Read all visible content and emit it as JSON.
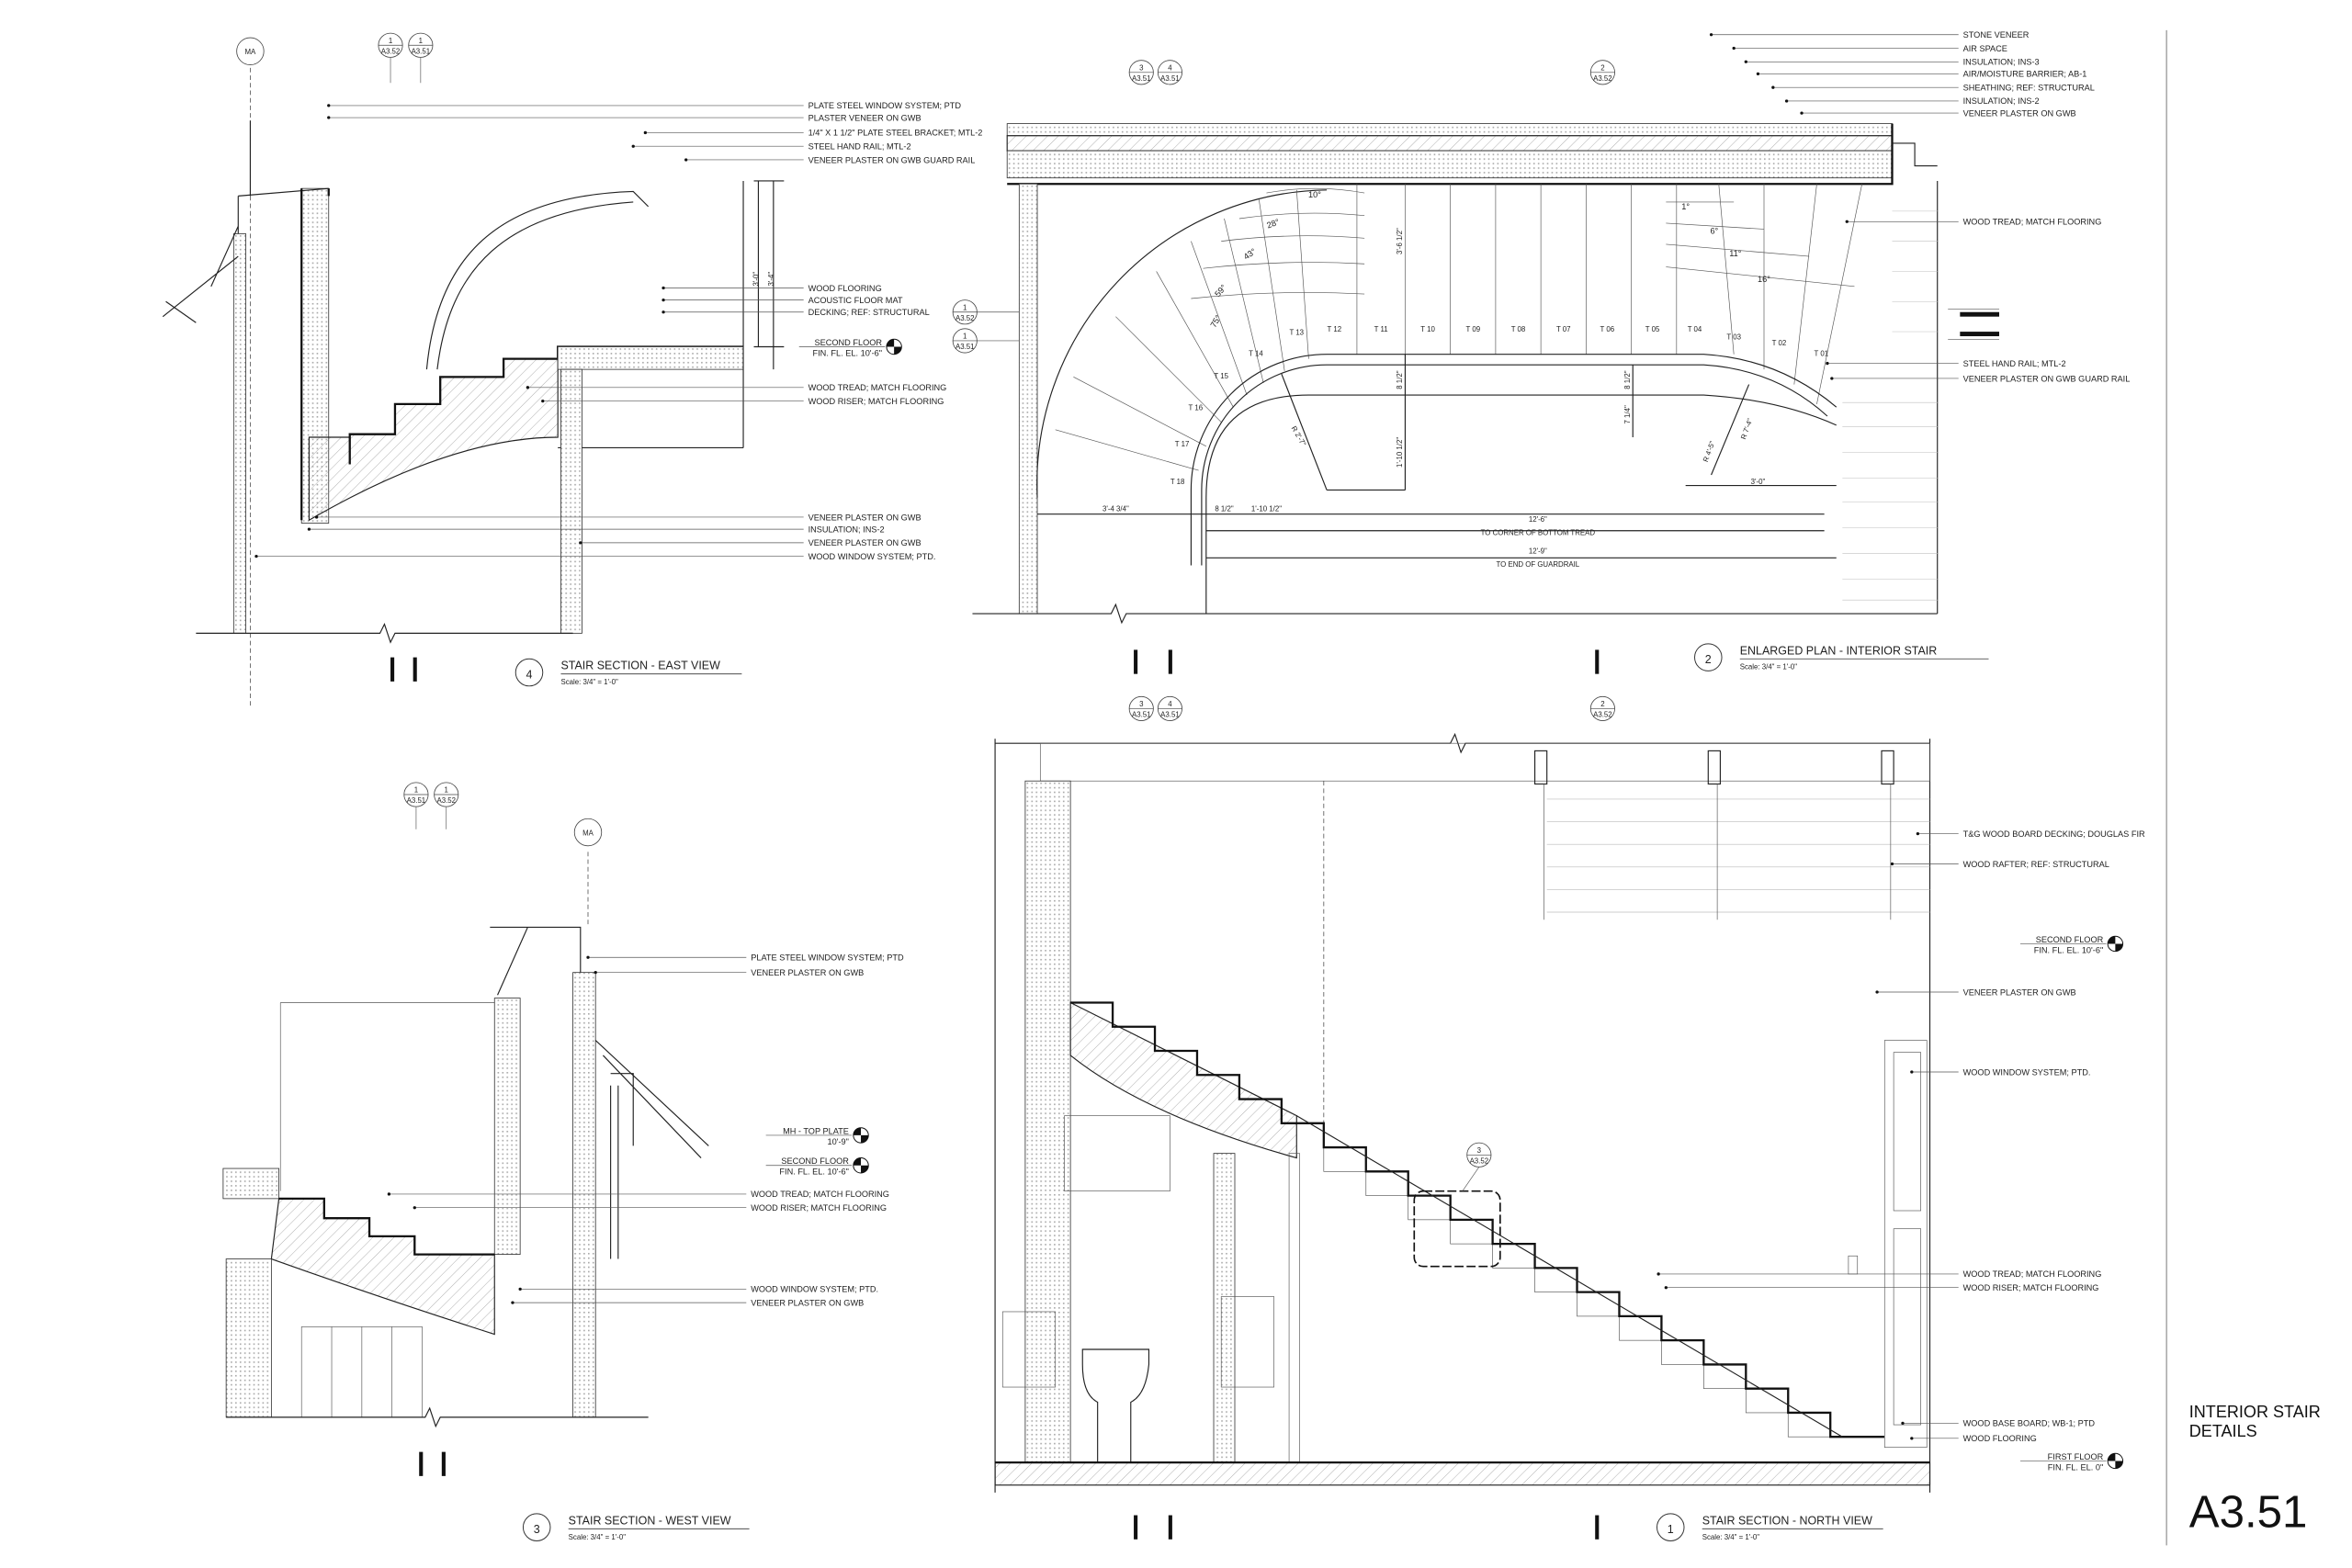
{
  "sheet": {
    "title_line1": "INTERIOR STAIR",
    "title_line2": "DETAILS",
    "number": "A3.51"
  },
  "details": {
    "d4": {
      "number": "4",
      "title": "STAIR SECTION - EAST VIEW",
      "scale": "Scale:  3/4\" = 1'-0\"",
      "grid": "MA",
      "refs": [
        {
          "n": "1",
          "s": "A3.52"
        },
        {
          "n": "1",
          "s": "A3.51"
        }
      ],
      "notes": [
        "PLATE STEEL WINDOW SYSTEM; PTD",
        "PLASTER VENEER ON GWB",
        "1/4\" X 1 1/2\" PLATE STEEL BRACKET; MTL-2",
        "STEEL HAND RAIL; MTL-2",
        "VENEER PLASTER ON GWB GUARD RAIL",
        "WOOD FLOORING",
        "ACOUSTIC FLOOR MAT",
        "DECKING; REF: STRUCTURAL",
        "WOOD TREAD; MATCH FLOORING",
        "WOOD RISER; MATCH FLOORING",
        "VENEER PLASTER ON GWB",
        "INSULATION; INS-2",
        "VENEER PLASTER ON GWB",
        "WOOD WINDOW SYSTEM; PTD."
      ],
      "elev": [
        {
          "name": "SECOND FLOOR",
          "value": "FIN. FL. EL. 10'-6\""
        }
      ],
      "dims": [
        "3'-0\"",
        "3'-4\""
      ]
    },
    "d2": {
      "number": "2",
      "title": "ENLARGED PLAN - INTERIOR STAIR",
      "scale": "Scale:  3/4\" = 1'-0\"",
      "refs_top": [
        {
          "n": "3",
          "s": "A3.51"
        },
        {
          "n": "4",
          "s": "A3.51"
        },
        {
          "n": "2",
          "s": "A3.52"
        }
      ],
      "refs_left": [
        {
          "n": "1",
          "s": "A3.52"
        },
        {
          "n": "1",
          "s": "A3.51"
        }
      ],
      "notes": [
        "STONE VENEER",
        "AIR SPACE",
        "INSULATION; INS-3",
        "AIR/MOISTURE BARRIER; AB-1",
        "SHEATHING; REF: STRUCTURAL",
        "INSULATION; INS-2",
        "VENEER PLASTER ON GWB",
        "WOOD TREAD; MATCH FLOORING",
        "STEEL HAND RAIL; MTL-2",
        "VENEER PLASTER ON GWB GUARD RAIL"
      ],
      "treads": [
        "T 01",
        "T 02",
        "T 03",
        "T 04",
        "T 05",
        "T 06",
        "T 07",
        "T 08",
        "T 09",
        "T 10",
        "T 11",
        "T 12",
        "T 13",
        "T 14",
        "T 15",
        "T 16",
        "T 17",
        "T 18"
      ],
      "angles": [
        "10°",
        "28°",
        "43°",
        "59°",
        "75°",
        "1°",
        "6°",
        "11°",
        "16°"
      ],
      "dims": [
        "3'-6 1/2\"",
        "8 1/2\"",
        "1'-10 1/2\"",
        "8 1/2\"",
        "7 1/4\"",
        "R 2'-7\"",
        "R 4'-5\"",
        "R 7'-4\"",
        "3'-0\"",
        "3'-4 3/4\"",
        "8 1/2\"",
        "1'-10 1/2\"",
        "12'-6\"",
        "TO CORNER OF BOTTOM TREAD",
        "12'-9\"",
        "TO END OF GUARDRAIL"
      ]
    },
    "d3": {
      "number": "3",
      "title": "STAIR SECTION - WEST VIEW",
      "scale": "Scale:  3/4\" = 1'-0\"",
      "grid": "MA",
      "refs": [
        {
          "n": "1",
          "s": "A3.51"
        },
        {
          "n": "1",
          "s": "A3.52"
        }
      ],
      "notes": [
        "PLATE STEEL WINDOW SYSTEM; PTD",
        "VENEER PLASTER ON GWB",
        "WOOD TREAD; MATCH FLOORING",
        "WOOD RISER; MATCH FLOORING",
        "WOOD WINDOW SYSTEM; PTD.",
        "VENEER PLASTER ON GWB"
      ],
      "elev": [
        {
          "name": "MH - TOP PLATE",
          "value": "10'-9\""
        },
        {
          "name": "SECOND FLOOR",
          "value": "FIN. FL. EL. 10'-6\""
        }
      ]
    },
    "d1": {
      "number": "1",
      "title": "STAIR SECTION - NORTH VIEW",
      "scale": "Scale:  3/4\" = 1'-0\"",
      "refs": [
        {
          "n": "3",
          "s": "A3.51"
        },
        {
          "n": "4",
          "s": "A3.51"
        },
        {
          "n": "2",
          "s": "A3.52"
        },
        {
          "n": "3",
          "s": "A3.52"
        }
      ],
      "notes": [
        "T&G WOOD BOARD DECKING; DOUGLAS FIR",
        "WOOD RAFTER; REF: STRUCTURAL",
        "VENEER PLASTER ON GWB",
        "WOOD WINDOW SYSTEM; PTD.",
        "WOOD TREAD; MATCH FLOORING",
        "WOOD RISER; MATCH FLOORING",
        "WOOD BASE BOARD; WB-1; PTD",
        "WOOD FLOORING"
      ],
      "elev": [
        {
          "name": "SECOND FLOOR",
          "value": "FIN. FL. EL. 10'-6\""
        },
        {
          "name": "FIRST FLOOR",
          "value": "FIN. FL. EL. 0\""
        }
      ]
    }
  }
}
